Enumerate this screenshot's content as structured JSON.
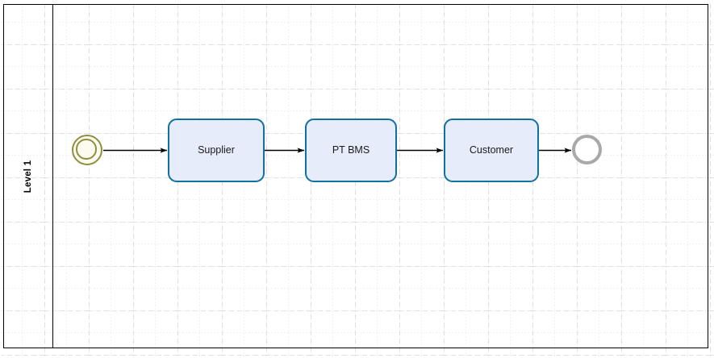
{
  "diagram": {
    "type": "bpmn-process",
    "title": "Level 1",
    "pool": {
      "label": "Level 1",
      "label_orientation": "vertical",
      "border_color": "#000000",
      "background_color": "#ffffff"
    },
    "canvas": {
      "background_color": "#ffffff",
      "grid_minor_color": "#d9d9d9",
      "grid_major_color": "#c6c6c6",
      "grid_minor_spacing": 27.5,
      "grid_major_spacing": 55
    },
    "events": [
      {
        "id": "start-event",
        "kind": "start",
        "shape": "double-circle",
        "label": "",
        "stroke_color": "#8f8f3f",
        "fill_color": "#fdfbef"
      },
      {
        "id": "end-event",
        "kind": "end",
        "shape": "thick-circle",
        "label": "",
        "stroke_color": "#a9a9a9",
        "fill_color": "#ffffff"
      }
    ],
    "tasks": [
      {
        "id": "task-supplier",
        "label": "Supplier",
        "stroke_color": "#10719f",
        "fill_color": "#e7ecfb"
      },
      {
        "id": "task-ptbms",
        "label": "PT BMS",
        "stroke_color": "#10719f",
        "fill_color": "#e7ecfb"
      },
      {
        "id": "task-customer",
        "label": "Customer",
        "stroke_color": "#10719f",
        "fill_color": "#e7ecfb"
      }
    ],
    "flows": [
      {
        "id": "flow-1",
        "from": "start-event",
        "to": "task-supplier",
        "label": "",
        "color": "#000000"
      },
      {
        "id": "flow-2",
        "from": "task-supplier",
        "to": "task-ptbms",
        "label": "",
        "color": "#000000"
      },
      {
        "id": "flow-3",
        "from": "task-ptbms",
        "to": "task-customer",
        "label": "",
        "color": "#000000"
      },
      {
        "id": "flow-4",
        "from": "task-customer",
        "to": "end-event",
        "label": "",
        "color": "#000000"
      }
    ]
  }
}
